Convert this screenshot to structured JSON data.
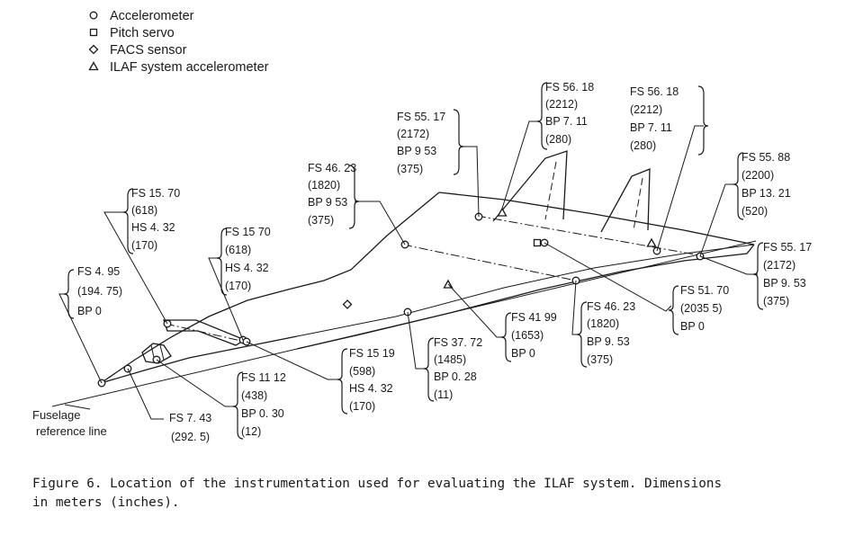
{
  "legend": [
    {
      "symbol": "circle",
      "label": "Accelerometer"
    },
    {
      "symbol": "square",
      "label": "Pitch servo"
    },
    {
      "symbol": "diamond",
      "label": "FACS sensor"
    },
    {
      "symbol": "triangle",
      "label": "ILAF system accelerometer"
    }
  ],
  "callouts": [
    {
      "lines": [
        "FS 4. 95",
        "(194. 75)",
        "BP 0"
      ]
    },
    {
      "lines": [
        "FS 15. 70",
        "(618)",
        "HS 4. 32",
        "(170)"
      ]
    },
    {
      "lines": [
        "FS 15 70",
        "(618)",
        "HS 4. 32",
        "(170)"
      ]
    },
    {
      "lines": [
        "FS 46. 23",
        "(1820)",
        "BP 9 53",
        "(375)"
      ]
    },
    {
      "lines": [
        "FS 55. 17",
        "(2172)",
        "BP 9 53",
        "(375)"
      ]
    },
    {
      "lines": [
        "FS 56. 18",
        "(2212)",
        "BP 7. 11",
        "(280)"
      ]
    },
    {
      "lines": [
        "FS 56. 18",
        "(2212)",
        "BP 7. 11",
        "(280)"
      ]
    },
    {
      "lines": [
        "FS 55. 88",
        "(2200)",
        "BP 13. 21",
        "(520)"
      ]
    },
    {
      "lines": [
        "FS 55. 17",
        "(2172)",
        "BP 9. 53",
        "(375)"
      ]
    },
    {
      "lines": [
        "FS 51. 70",
        "(2035 5)",
        "BP 0"
      ]
    },
    {
      "lines": [
        "FS 46. 23",
        "(1820)",
        "BP 9. 53",
        "(375)"
      ]
    },
    {
      "lines": [
        "FS 41 99",
        "(1653)",
        "BP 0"
      ]
    },
    {
      "lines": [
        "FS 37. 72",
        "(1485)",
        "BP 0. 28",
        "(11)"
      ]
    },
    {
      "lines": [
        "FS 15 19",
        "(598)",
        "HS 4. 32",
        "(170)"
      ]
    },
    {
      "lines": [
        "FS 11 12",
        "(438)",
        "BP 0. 30",
        "(12)"
      ]
    },
    {
      "lines": [
        "FS 7. 43",
        "(292. 5)"
      ]
    }
  ],
  "reference": {
    "line1": "Fuselage",
    "line2": "reference line"
  },
  "caption": {
    "line1": "Figure 6.  Location of the instrumentation used for evaluating the ILAF system.  Dimensions",
    "line2": "in meters (inches)."
  }
}
